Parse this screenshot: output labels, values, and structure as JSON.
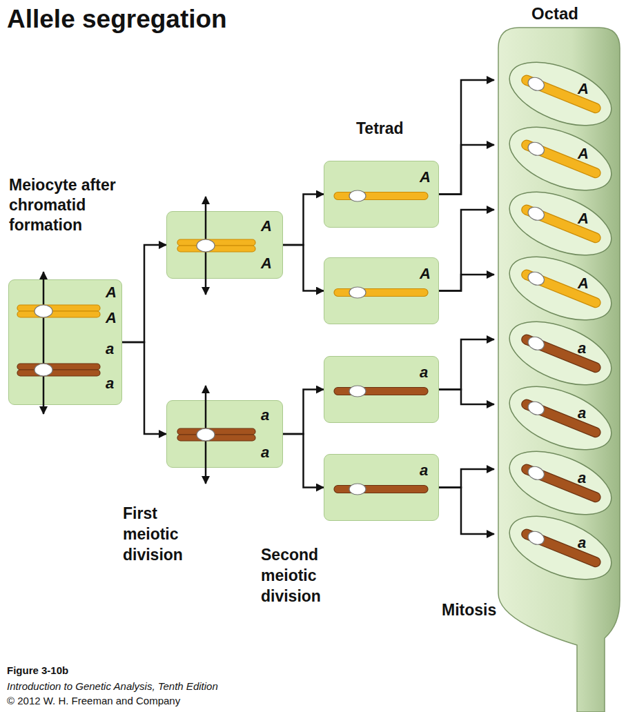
{
  "diagram": {
    "title": "Allele segregation",
    "caption": "Figure 3-10b",
    "nodes": [
      {
        "text": [
          "Meiocyte after chromatid formation",
          "A",
          "A",
          "a",
          "a"
        ]
      },
      {
        "text": [
          "A",
          "A"
        ]
      },
      {
        "text": [
          "a",
          "a"
        ]
      },
      {
        "text": [
          "A"
        ]
      },
      {
        "text": [
          "A"
        ]
      },
      {
        "text": [
          "a"
        ]
      },
      {
        "text": [
          "a"
        ]
      },
      {
        "text": [
          "Octad"
        ]
      },
      {
        "text": [
          "A"
        ],
        "in": 7
      },
      {
        "text": [
          "A"
        ],
        "in": 7
      },
      {
        "text": [
          "A"
        ],
        "in": 7
      },
      {
        "text": [
          "A"
        ],
        "in": 7
      },
      {
        "text": [
          "a"
        ],
        "in": 7
      },
      {
        "text": [
          "a"
        ],
        "in": 7
      },
      {
        "text": [
          "a"
        ],
        "in": 7
      },
      {
        "text": [
          "a"
        ],
        "in": 7
      }
    ],
    "edges": [
      {
        "from": 0,
        "to": 1,
        "arrow": "to"
      },
      {
        "from": 0,
        "to": 2,
        "arrow": "to"
      },
      {
        "from": 1,
        "to": 3,
        "arrow": "to"
      },
      {
        "from": 1,
        "to": 4,
        "arrow": "to"
      },
      {
        "from": 2,
        "to": 5,
        "arrow": "to"
      },
      {
        "from": 2,
        "to": 6,
        "arrow": "to"
      },
      {
        "from": 3,
        "to": 8,
        "arrow": "to"
      },
      {
        "from": 3,
        "to": 9,
        "arrow": "to"
      },
      {
        "from": 4,
        "to": 10,
        "arrow": "to"
      },
      {
        "from": 4,
        "to": 11,
        "arrow": "to"
      },
      {
        "from": 5,
        "to": 12,
        "arrow": "to"
      },
      {
        "from": 5,
        "to": 13,
        "arrow": "to"
      },
      {
        "from": 6,
        "to": 14,
        "arrow": "to"
      },
      {
        "from": 6,
        "to": 15,
        "arrow": "to"
      }
    ],
    "labels": [
      "Tetrad",
      "First meiotic division",
      "Second meiotic division",
      "Mitosis",
      "Introduction to Genetic Analysis, Tenth Edition",
      "© 2012 W. H. Freeman and Company"
    ]
  }
}
